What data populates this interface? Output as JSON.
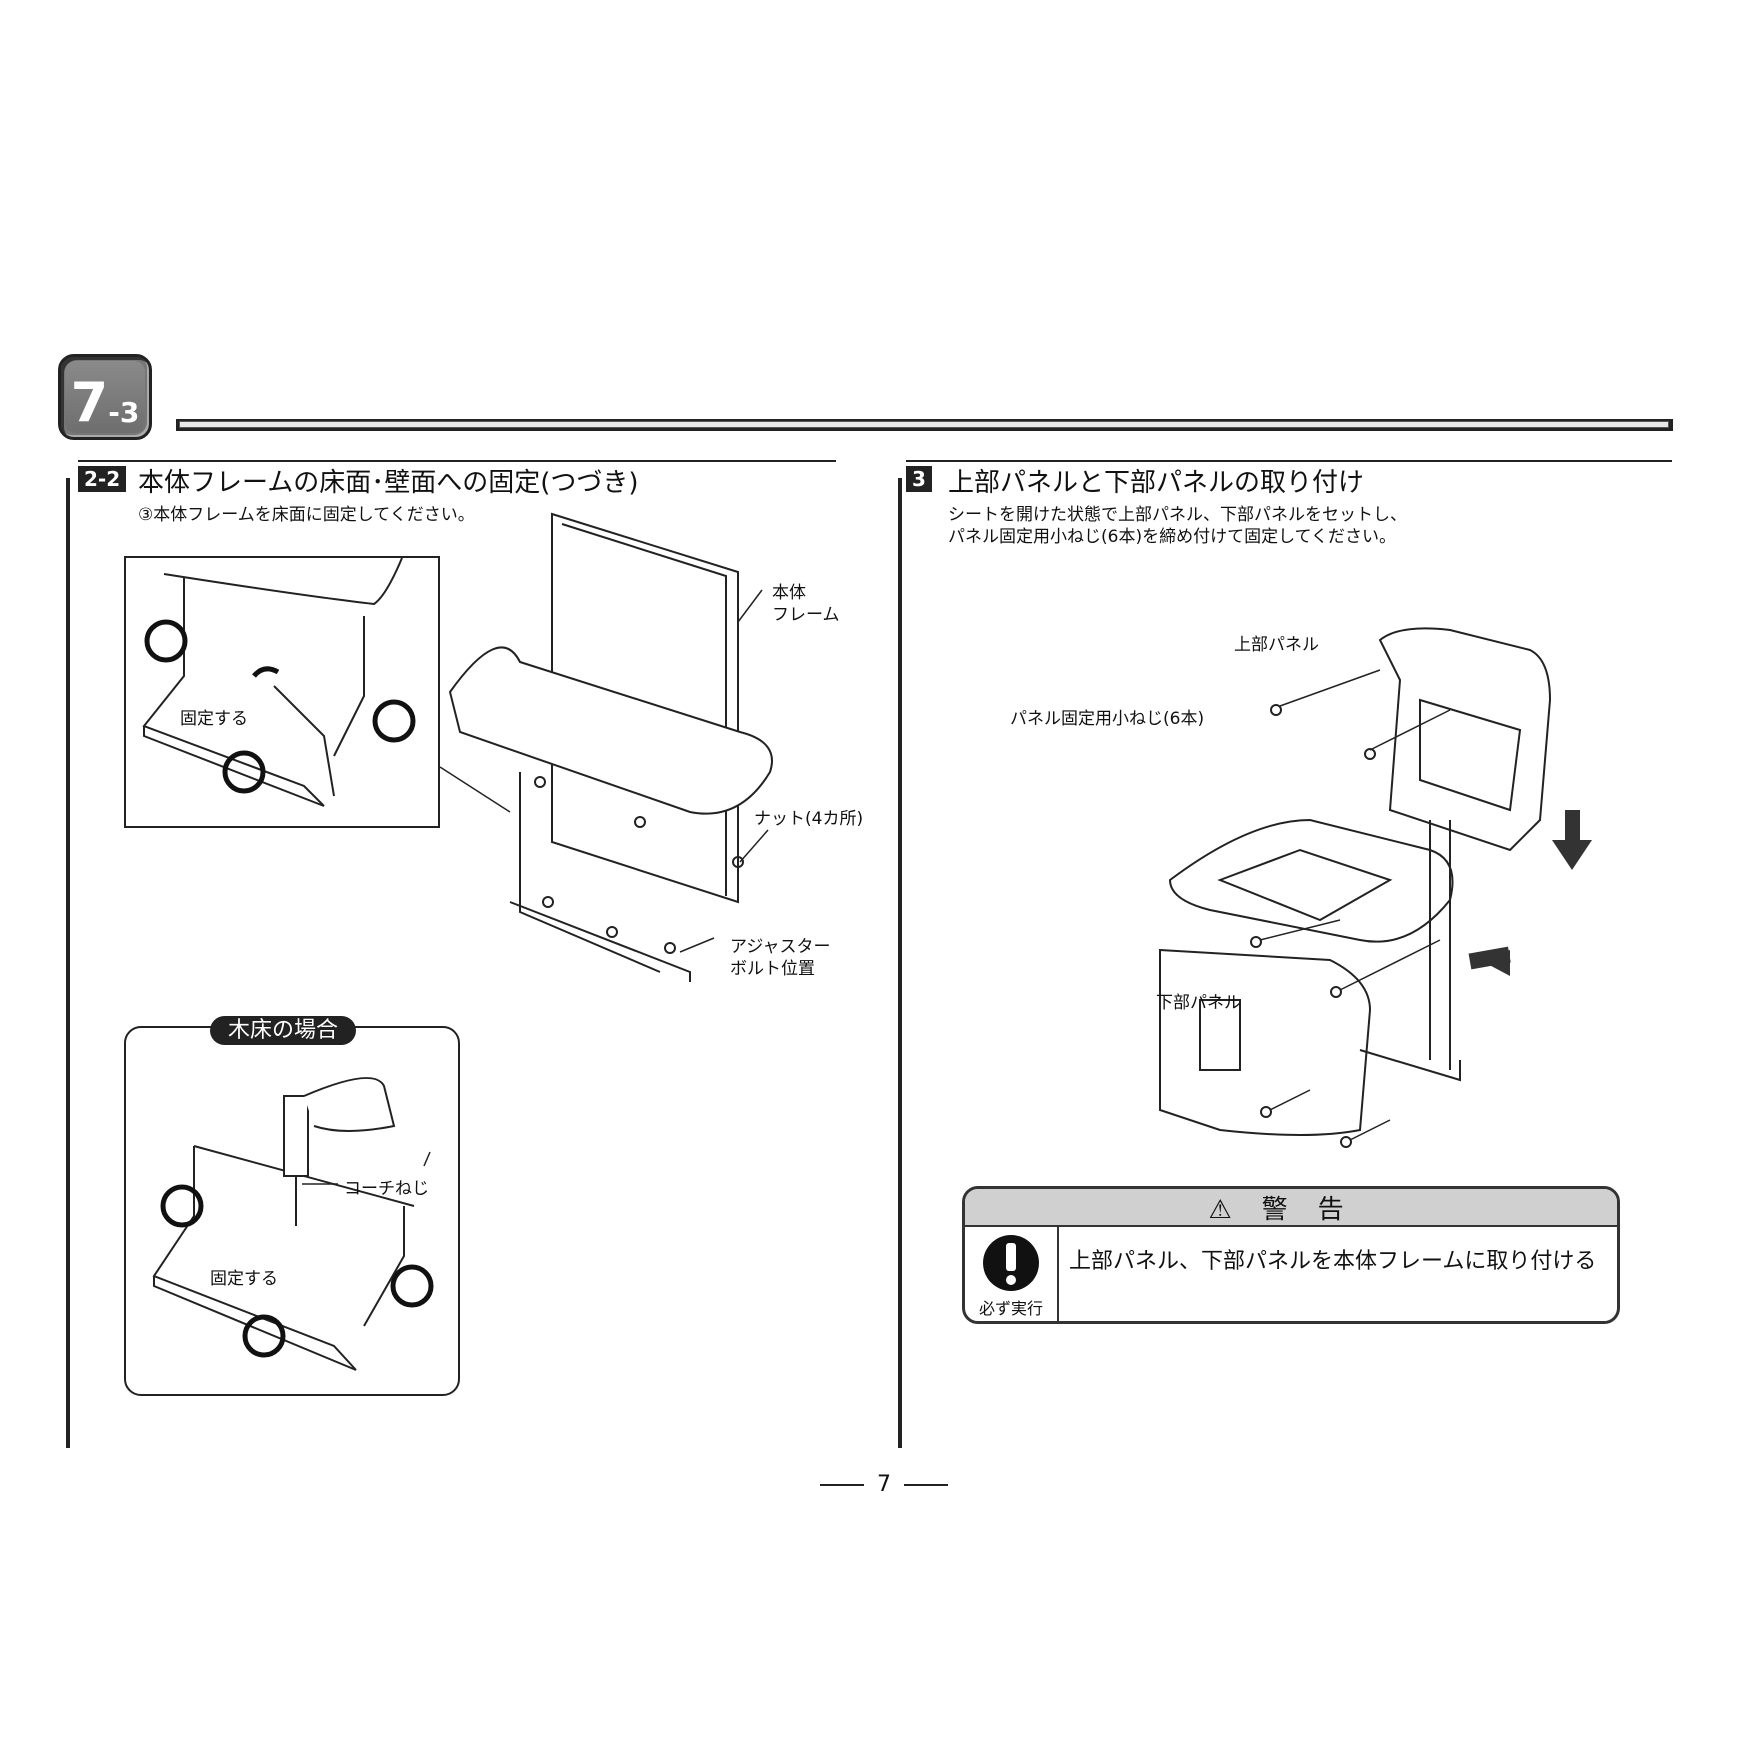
{
  "badge": {
    "main": "7",
    "sub": "-3"
  },
  "left_section": {
    "number": "2-2",
    "title": "本体フレームの床面･壁面への固定(つづき)",
    "instruction": "③本体フレームを床面に固定してください。",
    "labels": {
      "frame_line1": "本体",
      "frame_line2": "フレーム",
      "fix1": "固定する",
      "nut": "ナット(4カ所)",
      "adjuster_line1": "アジャスター",
      "adjuster_line2": "ボルト位置",
      "wood_floor": "木床の場合",
      "coach_screw": "コーチねじ",
      "fix2": "固定する"
    }
  },
  "right_section": {
    "number": "3",
    "title": "上部パネルと下部パネルの取り付け",
    "instruction_line1": "シートを開けた状態で上部パネル、下部パネルをセットし、",
    "instruction_line2": "パネル固定用小ねじ(6本)を締め付けて固定してください。",
    "labels": {
      "upper_panel": "上部パネル",
      "screws": "パネル固定用小ねじ(6本)",
      "lower_panel": "下部パネル"
    }
  },
  "warning": {
    "header": "⚠警告",
    "must": "必ず実行",
    "text": "上部パネル、下部パネルを本体フレームに取り付ける"
  },
  "page_number": "7"
}
